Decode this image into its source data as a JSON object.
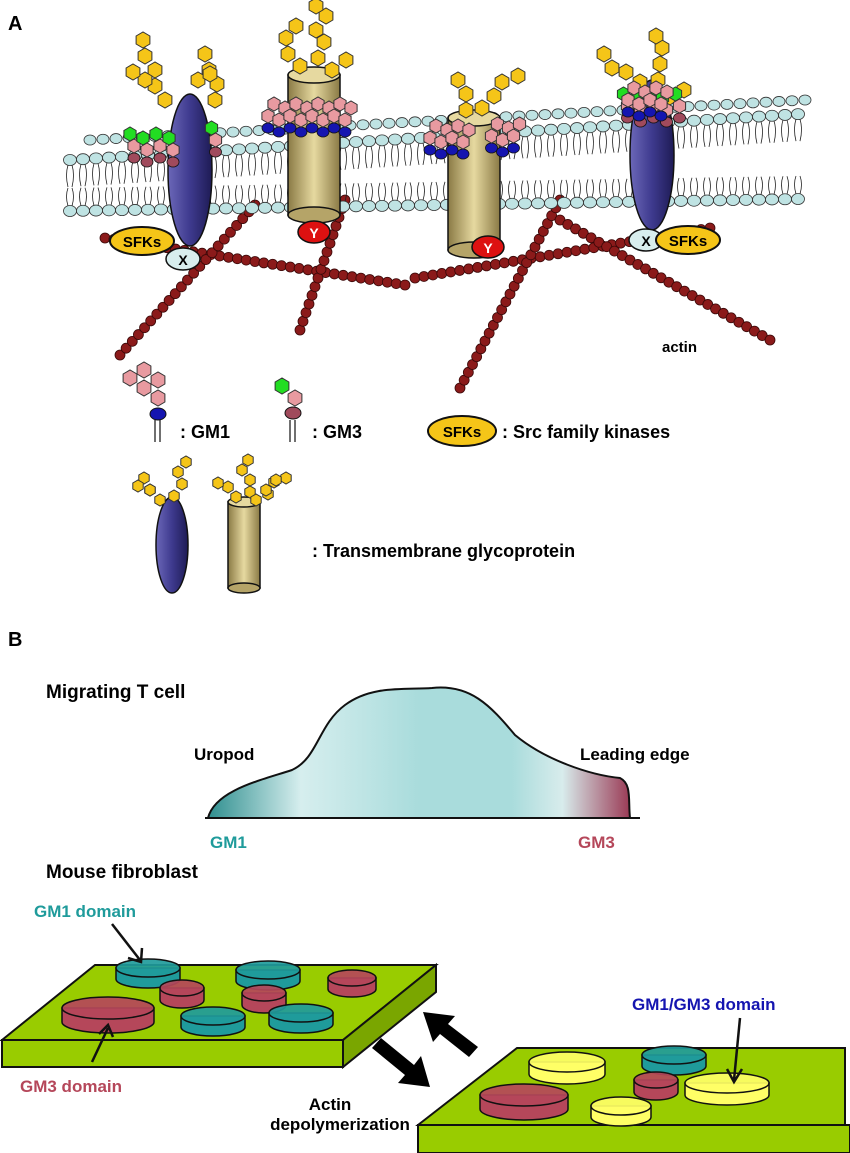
{
  "panel_a": {
    "label": "A",
    "sfk_badge": "SFKs",
    "x_badge": "X",
    "y_badge": "Y",
    "actin_label": "actin",
    "legend": {
      "gm1": ": GM1",
      "gm3": ": GM3",
      "sfk_badge": "SFKs",
      "sfk": ": Src family kinases",
      "glycoprotein": ": Transmembrane glycoprotein"
    }
  },
  "panel_b": {
    "label": "B",
    "t_cell": {
      "title": "Migrating T cell",
      "uropod": "Uropod",
      "leading_edge": "Leading edge",
      "gm1": "GM1",
      "gm3": "GM3"
    },
    "fibroblast": {
      "title": "Mouse fibroblast",
      "gm1_domain": "GM1 domain",
      "gm3_domain": "GM3 domain",
      "gm1_gm3_domain": "GM1/GM3 domain",
      "actin_line1": "Actin",
      "actin_line2": "depolymerization"
    }
  },
  "colors": {
    "gm1_teal": "#1f9b9b",
    "gm3_red": "#b5475a",
    "gm1gm3_blue": "#1515b0",
    "membrane_head": "#bfe3e3",
    "actin": "#8b1a1a",
    "sugar_yellow": "#f5c518",
    "sugar_pink": "#e89aa0",
    "sugar_green": "#22dd22",
    "protein_purple": "#3e3a8e",
    "cylinder_tan": "#c8b878",
    "plate_green": "#99cc00",
    "domain_yellow": "#ffff66"
  }
}
